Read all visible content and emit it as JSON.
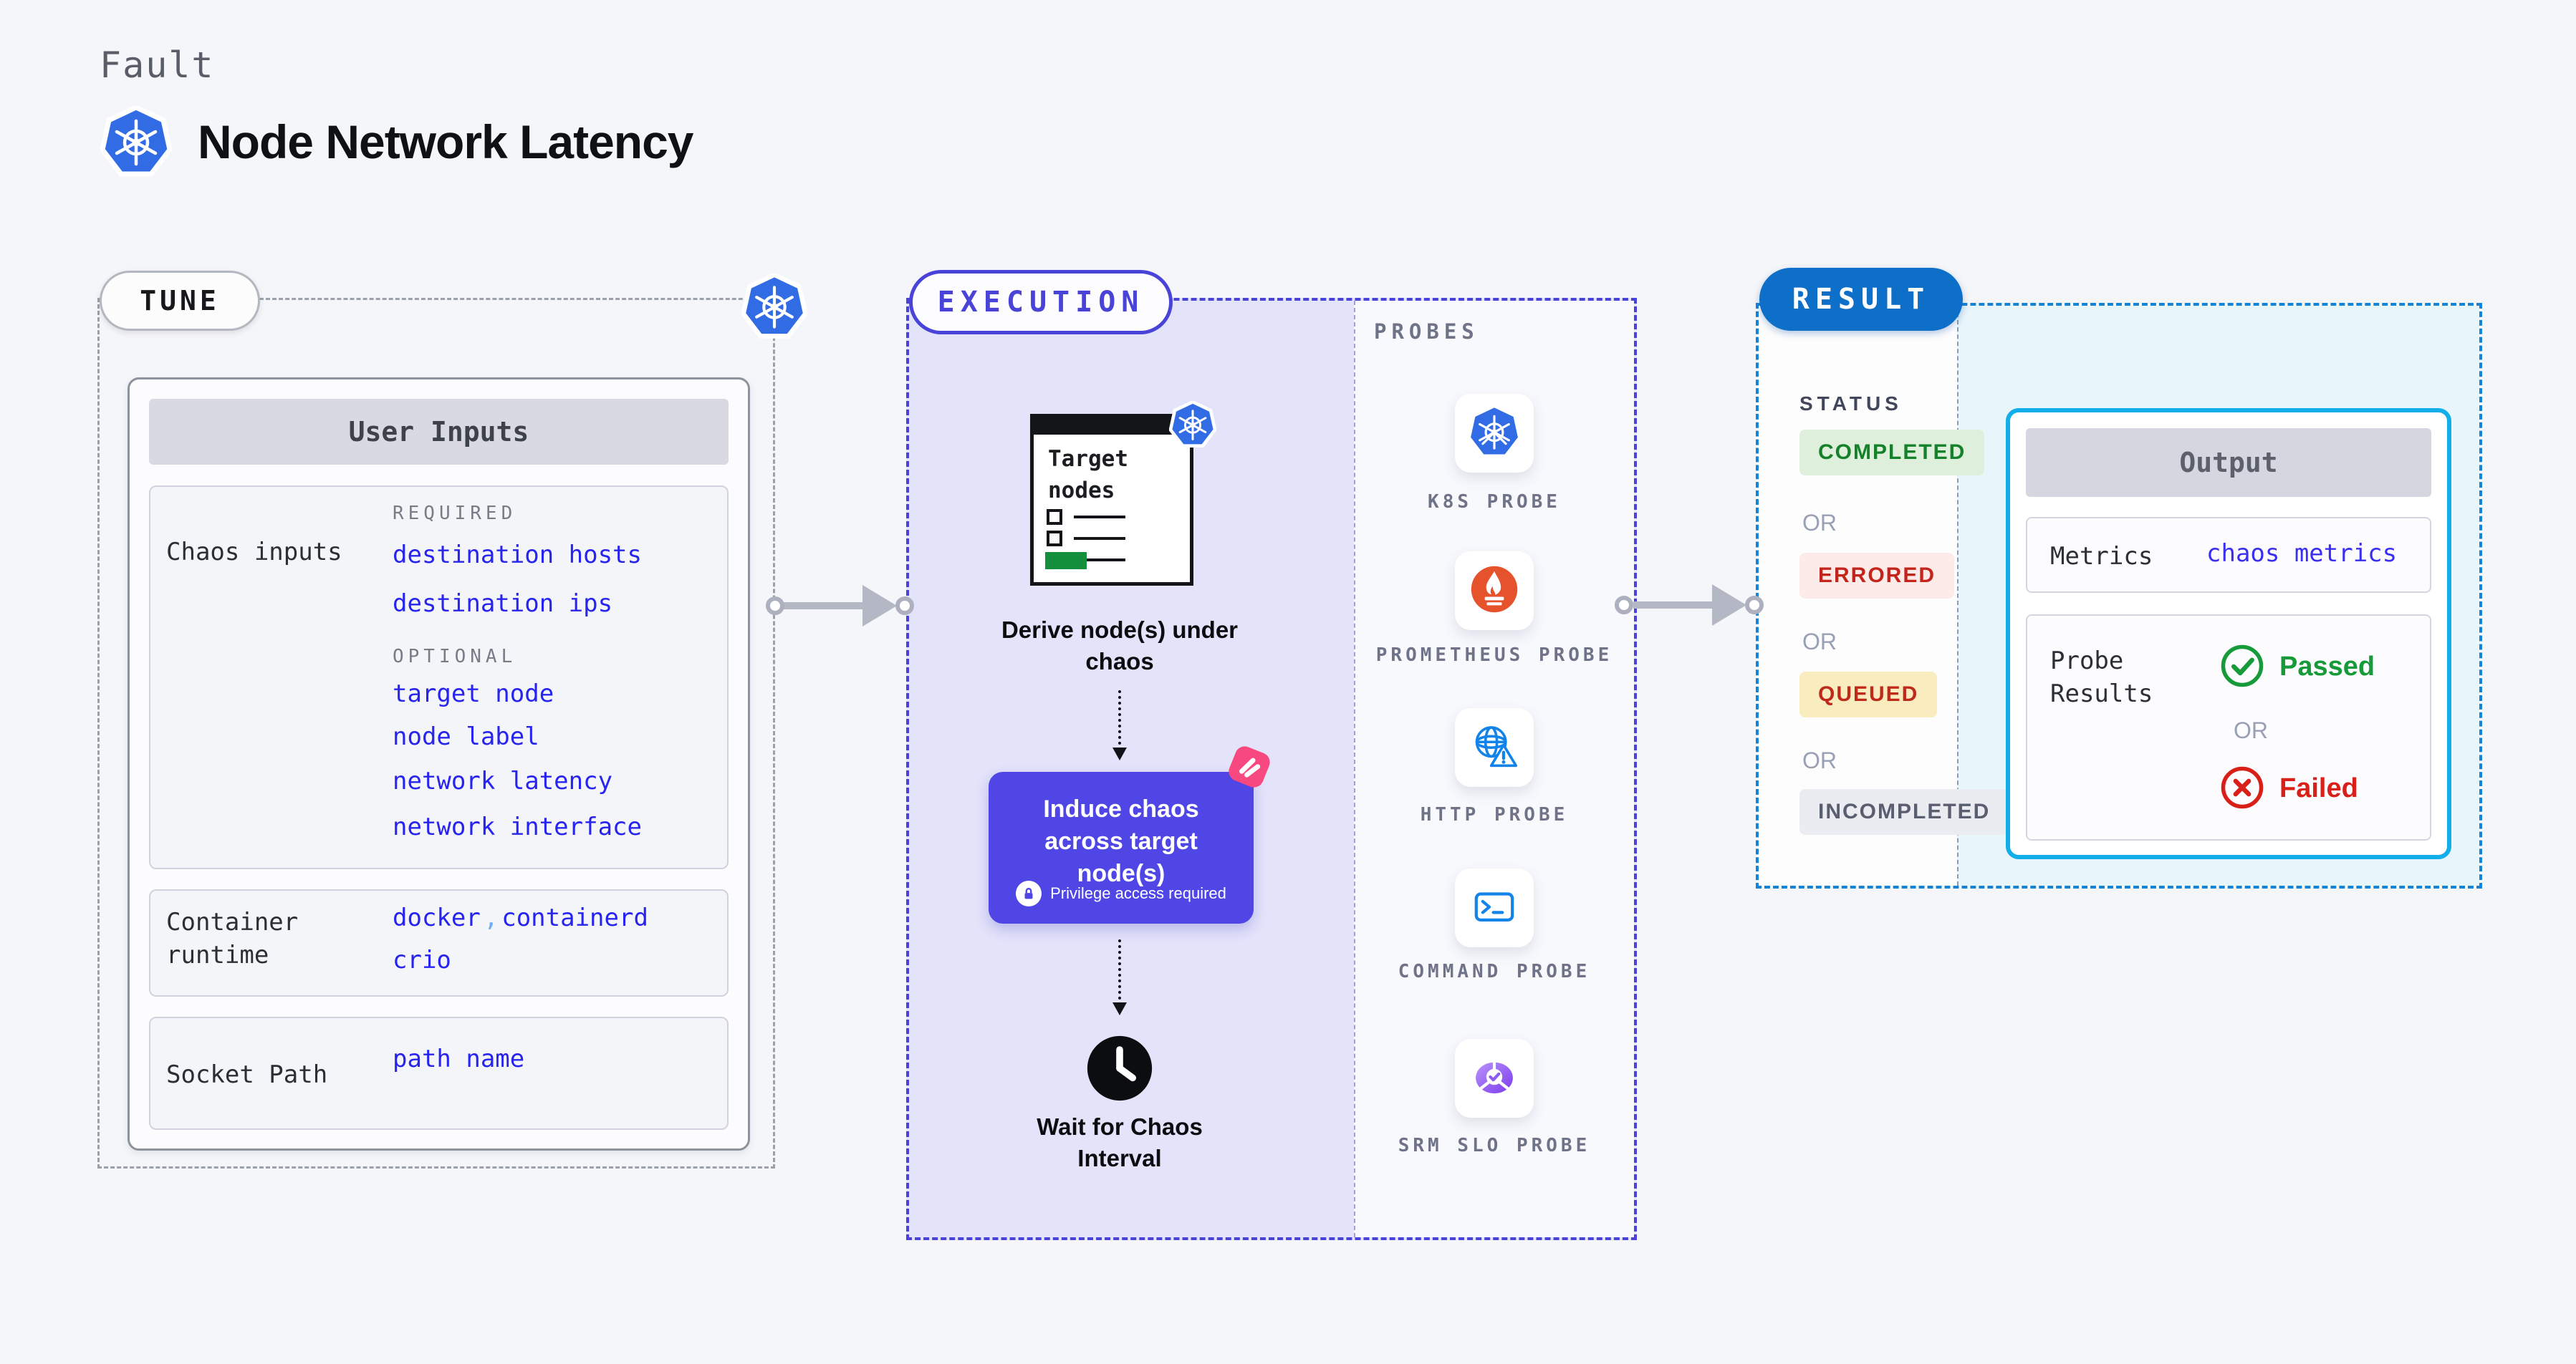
{
  "header": {
    "eyebrow": "Fault",
    "title": "Node Network Latency"
  },
  "tune": {
    "badge": "TUNE",
    "panel_title": "User Inputs",
    "chaos_row": {
      "label": "Chaos inputs",
      "required_heading": "REQUIRED",
      "required_links": [
        "destination hosts",
        "destination ips"
      ],
      "optional_heading": "OPTIONAL",
      "optional_links": [
        "target node",
        "node label",
        "network latency",
        "network interface"
      ]
    },
    "runtime_row": {
      "label": "Container runtime",
      "values": [
        "docker",
        "containerd",
        "crio"
      ],
      "comma": ","
    },
    "socket_row": {
      "label": "Socket Path",
      "value": "path name"
    }
  },
  "execution": {
    "badge": "EXECUTION",
    "target_card_title": "Target nodes",
    "step_derive": "Derive node(s) under chaos",
    "step_induce": "Induce chaos across target node(s)",
    "privilege_note": "Privilege access required",
    "step_wait": "Wait for Chaos Interval",
    "probes": {
      "heading": "PROBES",
      "items": [
        {
          "label": "K8S PROBE",
          "icon": "kubernetes-icon"
        },
        {
          "label": "PROMETHEUS PROBE",
          "icon": "prometheus-icon"
        },
        {
          "label": "HTTP PROBE",
          "icon": "http-globe-icon"
        },
        {
          "label": "COMMAND PROBE",
          "icon": "terminal-icon"
        },
        {
          "label": "SRM SLO PROBE",
          "icon": "slo-gauge-icon"
        }
      ]
    }
  },
  "result": {
    "badge": "RESULT",
    "status": {
      "heading": "STATUS",
      "separator": "OR",
      "items": [
        {
          "label": "COMPLETED",
          "type": "completed"
        },
        {
          "label": "ERRORED",
          "type": "errored"
        },
        {
          "label": "QUEUED",
          "type": "queued"
        },
        {
          "label": "INCOMPLETED",
          "type": "incompleted"
        }
      ]
    },
    "output": {
      "title": "Output",
      "metrics_label": "Metrics",
      "metrics_value": "chaos metrics",
      "probe_results_label": "Probe Results",
      "passed_label": "Passed",
      "or": "OR",
      "failed_label": "Failed"
    }
  },
  "colors": {
    "kubernetes_blue": "#326ce5",
    "execution_purple": "#4a43d8",
    "execution_bg": "#e3e3fa",
    "result_badge_blue": "#0d6fc8",
    "result_dash_blue": "#1583d6",
    "output_border_cyan": "#12aee9",
    "link_blue": "#2724f0",
    "induce_indigo": "#4f46e5",
    "prometheus_orange": "#e6522c",
    "litmus_pink": "#f7487f",
    "passed_green": "#179a39",
    "failed_red": "#d92018",
    "arrow_gray": "#b4b7c4"
  }
}
